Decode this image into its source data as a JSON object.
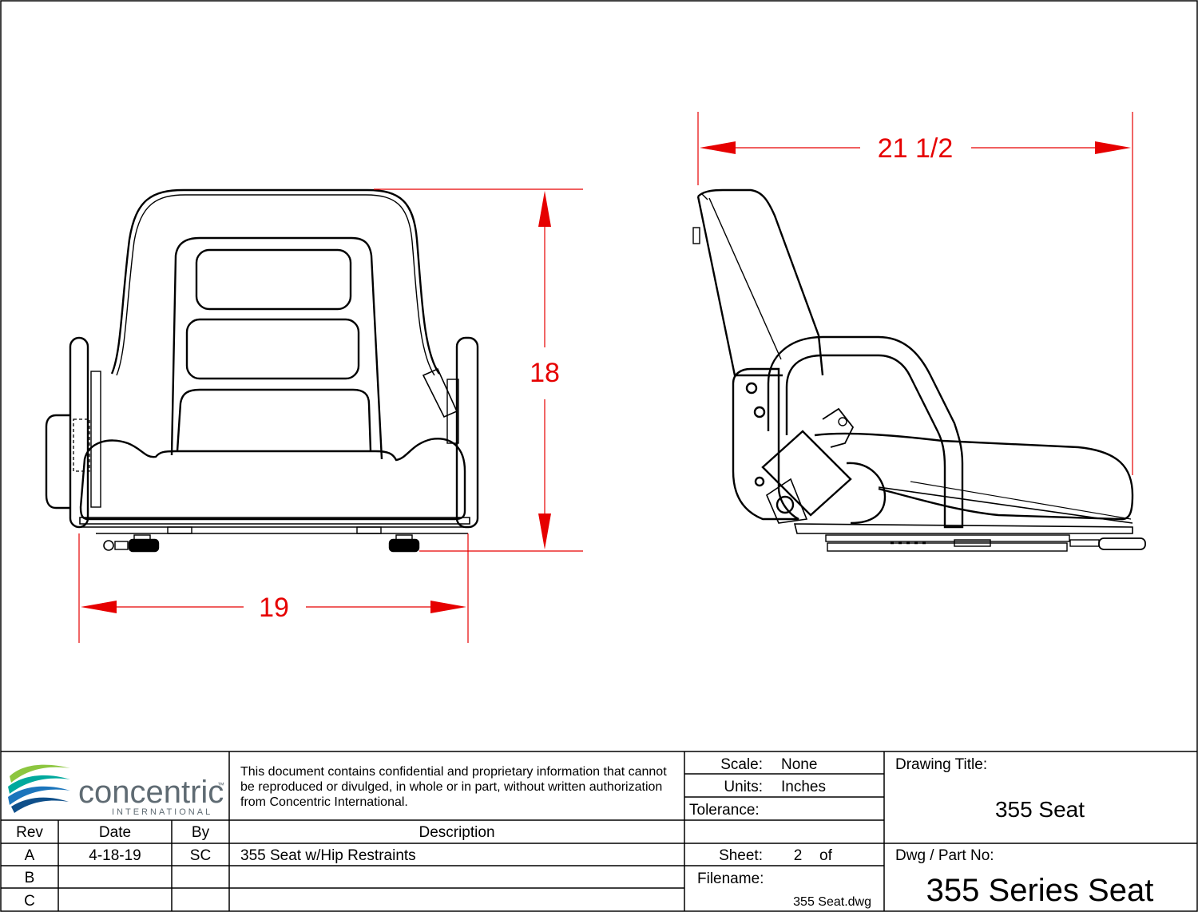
{
  "dimensions": {
    "front_width": "19",
    "front_height": "18",
    "side_depth": "21 1/2"
  },
  "logo": {
    "name": "concentric",
    "tm": "™",
    "sub": "INTERNATIONAL"
  },
  "notice": {
    "line1": "This document contains confidential and proprietary information that cannot",
    "line2": "be reproduced or divulged, in whole or in part, without written authorization",
    "line3": "from Concentric International."
  },
  "title_block": {
    "scale_label": "Scale:",
    "scale_value": "None",
    "units_label": "Units:",
    "units_value": "Inches",
    "tolerance_label": "Tolerance:",
    "drawing_title_label": "Drawing Title:",
    "drawing_title": "355 Seat",
    "sheet_label": "Sheet:",
    "sheet_value": "2",
    "sheet_of": "of",
    "filename_label": "Filename:",
    "filename": "355 Seat.dwg",
    "part_no_label": "Dwg / Part No:",
    "part_no": "355 Series Seat"
  },
  "revisions": {
    "headers": [
      "Rev",
      "Date",
      "By",
      "Description"
    ],
    "rows": [
      {
        "rev": "A",
        "date": "4-18-19",
        "by": "SC",
        "description": "355 Seat w/Hip Restraints"
      },
      {
        "rev": "B",
        "date": "",
        "by": "",
        "description": ""
      },
      {
        "rev": "C",
        "date": "",
        "by": "",
        "description": ""
      }
    ]
  },
  "colors": {
    "dimension": "#e60000",
    "logo_green": "#8cc63f",
    "logo_blue": "#1b75bc",
    "logo_teal": "#00a99d",
    "logo_text": "#5f6b73"
  }
}
